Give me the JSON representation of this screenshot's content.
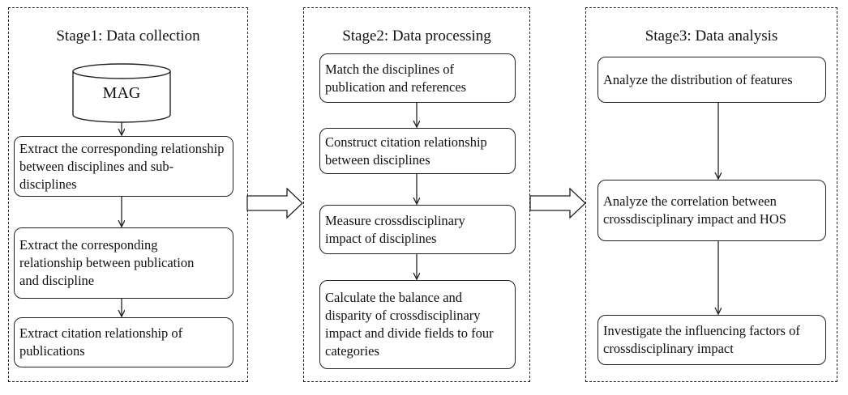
{
  "stage1": {
    "title": "Stage1: Data collection",
    "database": "MAG",
    "steps": [
      "Extract the corresponding relationship between disciplines and sub-disciplines",
      "Extract the corresponding relationship between publication and discipline",
      "Extract citation relationship of publications"
    ]
  },
  "stage2": {
    "title": "Stage2: Data processing",
    "steps": [
      "Match the disciplines of publication and references",
      "Construct citation relationship between disciplines",
      "Measure crossdisciplinary impact of disciplines",
      "Calculate the balance and disparity of crossdisciplinary impact and divide fields to four categories"
    ]
  },
  "stage3": {
    "title": "Stage3: Data analysis",
    "steps": [
      "Analyze the distribution of features",
      "Analyze the correlation between crossdisciplinary impact and HOS",
      "Investigate the influencing factors of crossdisciplinary impact"
    ]
  }
}
